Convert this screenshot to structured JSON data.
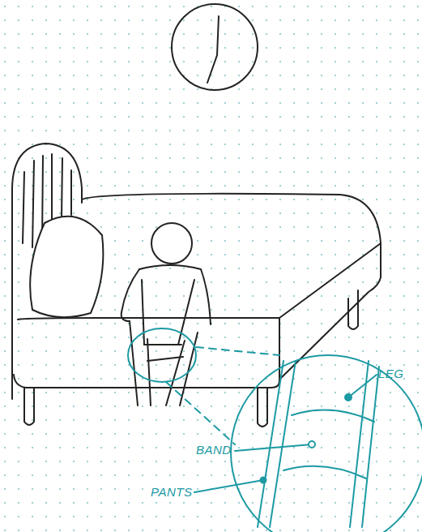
{
  "diagram": {
    "labels": [
      "LEG",
      "BAND",
      "PANTS"
    ]
  }
}
